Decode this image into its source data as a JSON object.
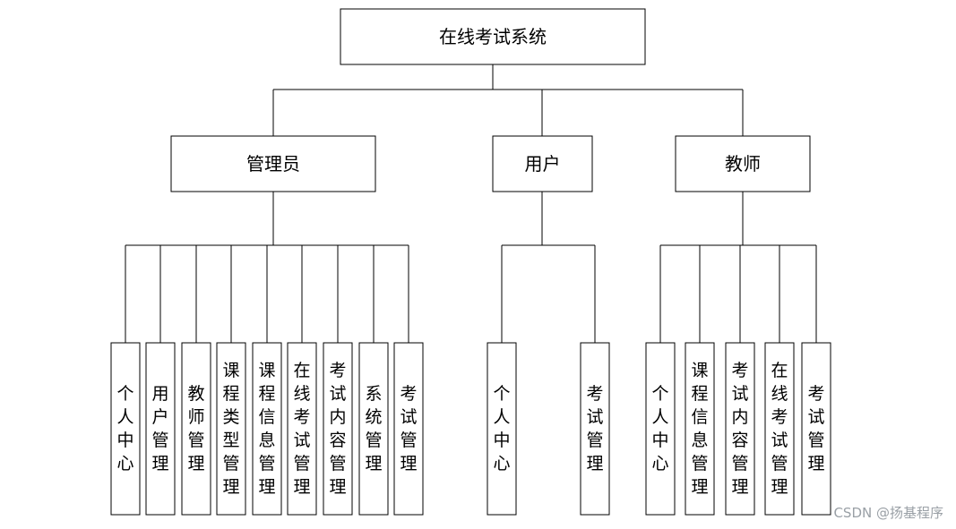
{
  "root": {
    "label": "在线考试系统"
  },
  "roles": [
    {
      "label": "管理员",
      "children": [
        "个人中心",
        "用户管理",
        "教师管理",
        "课程类型管理",
        "课程信息管理",
        "在线考试管理",
        "考试内容管理",
        "系统管理",
        "考试管理"
      ]
    },
    {
      "label": "用户",
      "children": [
        "个人中心",
        "考试管理"
      ]
    },
    {
      "label": "教师",
      "children": [
        "个人中心",
        "课程信息管理",
        "考试内容管理",
        "在线考试管理",
        "考试管理"
      ]
    }
  ],
  "watermark": "CSDN @扬基程序"
}
